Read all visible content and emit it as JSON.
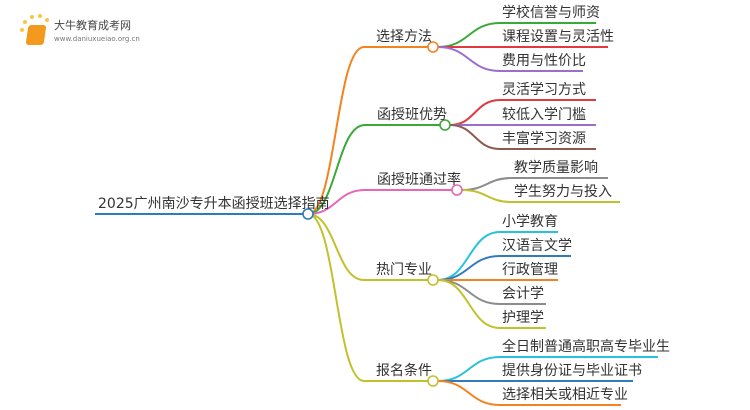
{
  "logo": {
    "title": "大牛教育成考网",
    "url": "www.daniuxueiao.org.cn"
  },
  "root": {
    "label": "2025广州南沙专升本函授班选择指南",
    "color": "#2f7bbd"
  },
  "branches": [
    {
      "label": "选择方法",
      "color": "#f5821f",
      "children": [
        {
          "label": "学校信誉与师资",
          "color": "#3aa935"
        },
        {
          "label": "课程设置与灵活性",
          "color": "#e0393e"
        },
        {
          "label": "费用与性价比",
          "color": "#9b6ec9"
        }
      ]
    },
    {
      "label": "函授班优势",
      "color": "#3aa935",
      "children": [
        {
          "label": "灵活学习方式",
          "color": "#e0393e"
        },
        {
          "label": "较低入学门槛",
          "color": "#9b6ec9"
        },
        {
          "label": "丰富学习资源",
          "color": "#8d5a4f"
        }
      ]
    },
    {
      "label": "函授班通过率",
      "color": "#e667b8",
      "children": [
        {
          "label": "教学质量影响",
          "color": "#8c8c8c"
        },
        {
          "label": "学生努力与投入",
          "color": "#c2c12c"
        }
      ]
    },
    {
      "label": "热门专业",
      "color": "#c2c12c",
      "children": [
        {
          "label": "小学教育",
          "color": "#27c2dc"
        },
        {
          "label": "汉语言文学",
          "color": "#2f7bbd"
        },
        {
          "label": "行政管理",
          "color": "#f5821f"
        },
        {
          "label": "会计学",
          "color": "#8c8c8c"
        },
        {
          "label": "护理学",
          "color": "#c2c12c"
        }
      ]
    },
    {
      "label": "报名条件",
      "color": "#c2c12c",
      "children": [
        {
          "label": "全日制普通高职高专毕业生",
          "color": "#27c2dc"
        },
        {
          "label": "提供身份证与毕业证书",
          "color": "#2f7bbd"
        },
        {
          "label": "选择相关或相近专业",
          "color": "#f5821f"
        }
      ]
    }
  ]
}
